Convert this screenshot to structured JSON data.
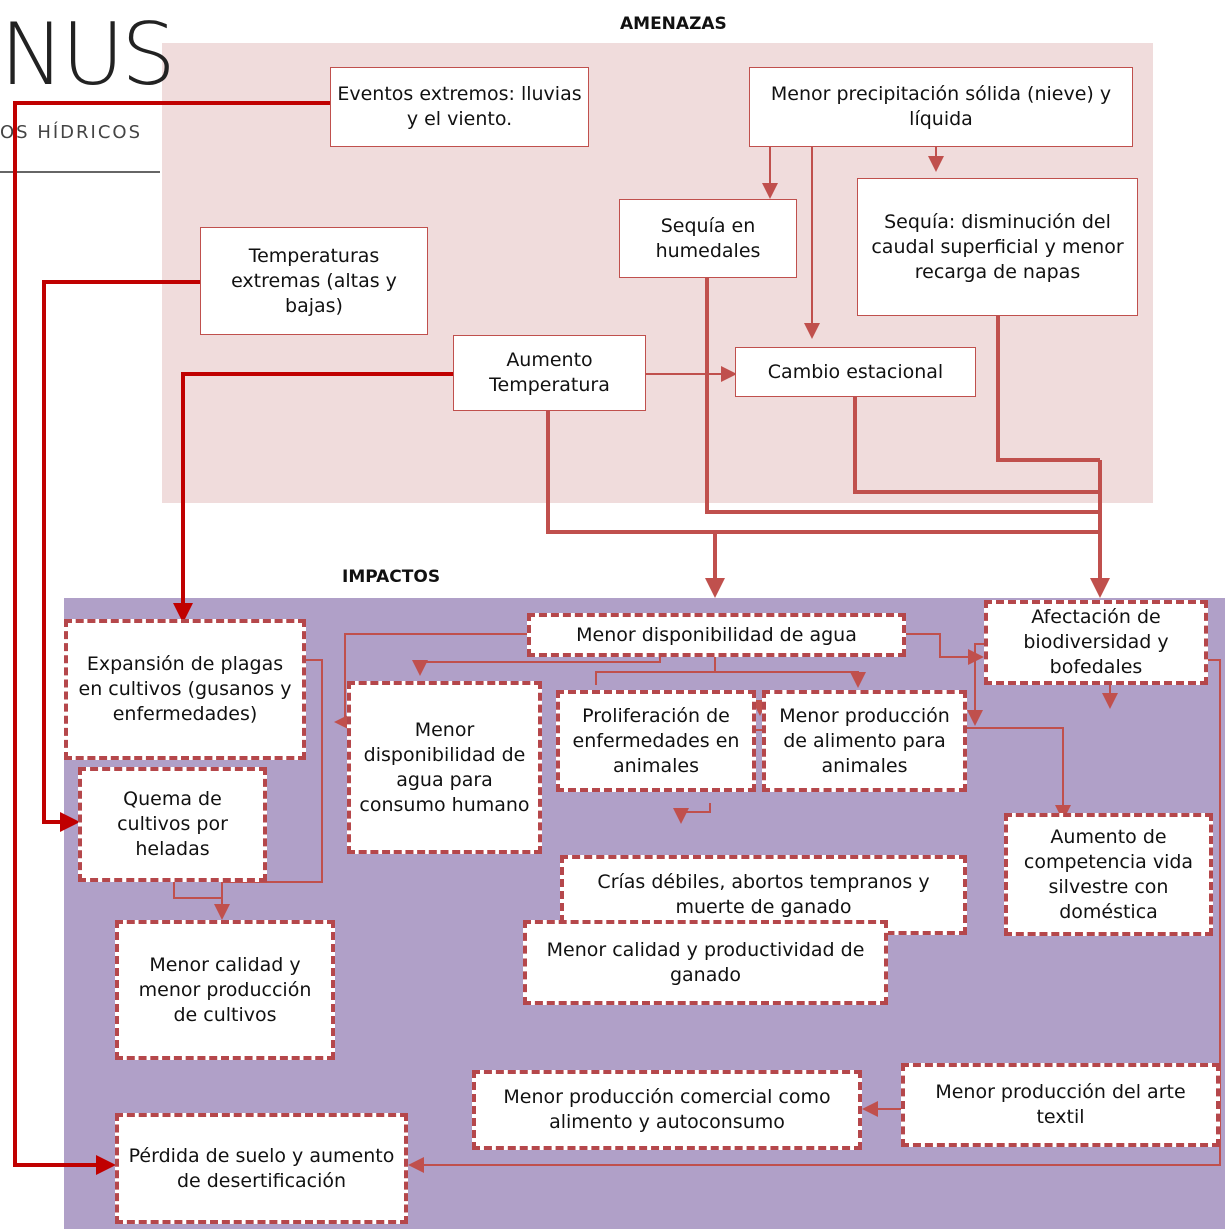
{
  "logo": {
    "big_text": "NUS",
    "small_text": "OS HÍDRICOS"
  },
  "sections": {
    "threats_title": "AMENAZAS",
    "impacts_title": "IMPACTOS"
  },
  "threats": {
    "extreme_events": "Eventos extremos: lluvias y el viento.",
    "less_precipitation": "Menor precipitación sólida (nieve) y líquida",
    "extreme_temperatures": "Temperaturas extremas (altas y bajas)",
    "wetland_drought": "Sequía en humedales",
    "drought_flow": "Sequía: disminución del caudal superficial y menor recarga de napas",
    "temperature_rise": "Aumento Temperatura",
    "seasonal_change": "Cambio estacional"
  },
  "impacts": {
    "pest_expansion": "Expansión de plagas en cultivos (gusanos y enfermedades)",
    "water_availability": "Menor disponibilidad de agua",
    "biodiversity": "Afectación de biodiversidad y bofedales",
    "human_water": "Menor disponibilidad de agua para consumo humano",
    "animal_disease": "Proliferación de enfermedades en animales",
    "animal_food": "Menor producción de alimento para animales",
    "frost_burn": "Quema de cultivos por heladas",
    "wildlife_competition": "Aumento de competencia vida silvestre con doméstica",
    "weak_offspring": "Crías débiles, abortos tempranos y muerte de ganado",
    "crop_quality": "Menor calidad y menor producción de cultivos",
    "livestock_quality": "Menor calidad y productividad de ganado",
    "commercial_production": "Menor producción comercial como alimento y autoconsumo",
    "textile_production": "Menor producción del arte textil",
    "soil_loss": "Pérdida de suelo y aumento de desertificación"
  },
  "colors": {
    "threats_bg": "#f0dcdc",
    "impacts_bg": "#b0a0c8",
    "thin_arrow": "#c0504d",
    "thick_arrow": "#c00000"
  }
}
